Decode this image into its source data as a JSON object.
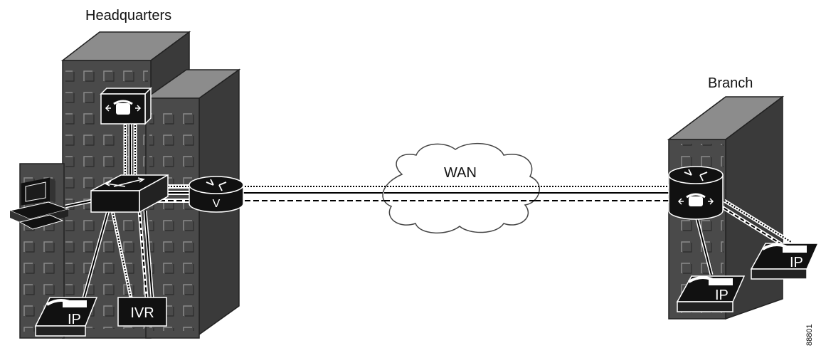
{
  "sites": {
    "headquarters": {
      "label": "Headquarters"
    },
    "branch": {
      "label": "Branch"
    }
  },
  "wan": {
    "label": "WAN"
  },
  "devices": {
    "router_voice_mark": "V",
    "ivr_label": "IVR",
    "ip_phone_label": "IP"
  },
  "figure_id": "88801",
  "colors": {
    "building_front": "#4a4a4a",
    "building_top": "#8c8c8c",
    "building_side": "#3a3a3a",
    "device": "#111111",
    "line": "#000000"
  },
  "icons": [
    "pc-icon",
    "lan-switch-icon",
    "call-manager-icon",
    "voice-router-icon",
    "wan-cloud-icon",
    "ip-phone-icon",
    "ivr-server-icon"
  ]
}
